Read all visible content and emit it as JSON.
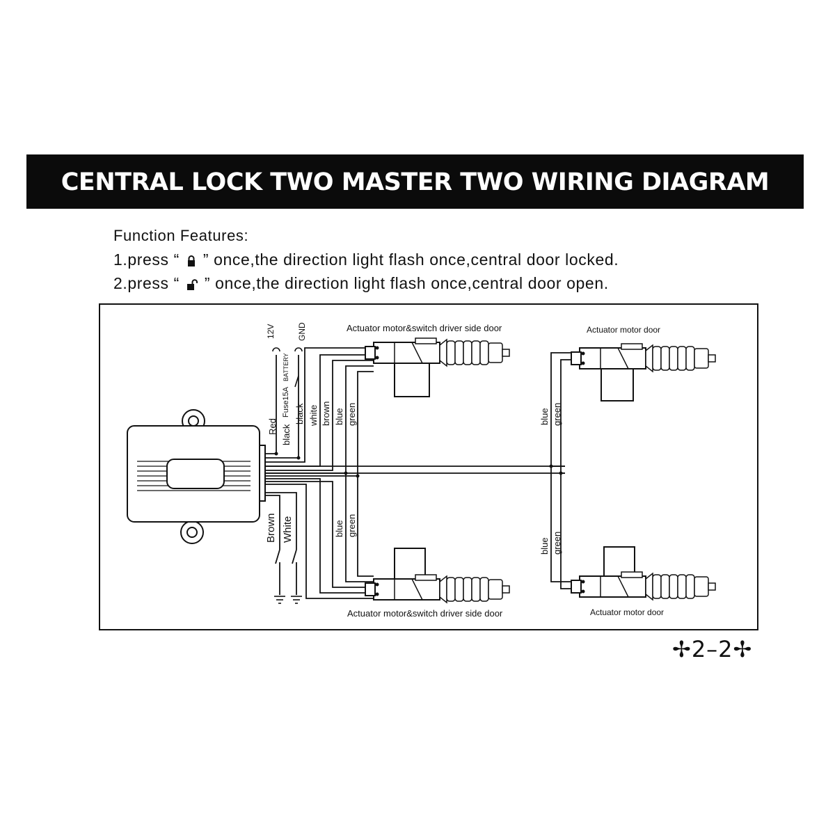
{
  "title": "CENTRAL LOCK TWO MASTER TWO WIRING DIAGRAM",
  "features": {
    "heading": "Function Features:",
    "item1_prefix": "1.press “",
    "item1_suffix": "” once,the direction light flash once,central door locked.",
    "item2_prefix": "2.press “",
    "item2_suffix": "” once,the direction light flash once,central door open."
  },
  "icons": {
    "locked": "padlock-closed-icon",
    "unlocked": "padlock-open-icon"
  },
  "diagram": {
    "power": {
      "v12": "12V",
      "gnd": "GND",
      "fuse": "Fuse15A",
      "battery": "BATTERY"
    },
    "wires_top": {
      "red": "Red",
      "black1": "black",
      "black2": "black",
      "white": "white",
      "brown": "brown",
      "blue": "blue",
      "green": "green"
    },
    "wires_right_top": {
      "blue": "blue",
      "green": "green"
    },
    "wires_bottom": {
      "blue": "blue",
      "green": "green"
    },
    "wires_right_bottom": {
      "blue": "blue",
      "green": "green"
    },
    "switch_wires": {
      "brown": "Brown",
      "white": "White"
    },
    "actuators": {
      "top_left": "Actuator motor&switch driver side door",
      "top_right": "Actuator motor door",
      "bottom_left": "Actuator motor&switch driver side door",
      "bottom_right": "Actuator motor door"
    }
  },
  "page_number": "✢2–2✢"
}
